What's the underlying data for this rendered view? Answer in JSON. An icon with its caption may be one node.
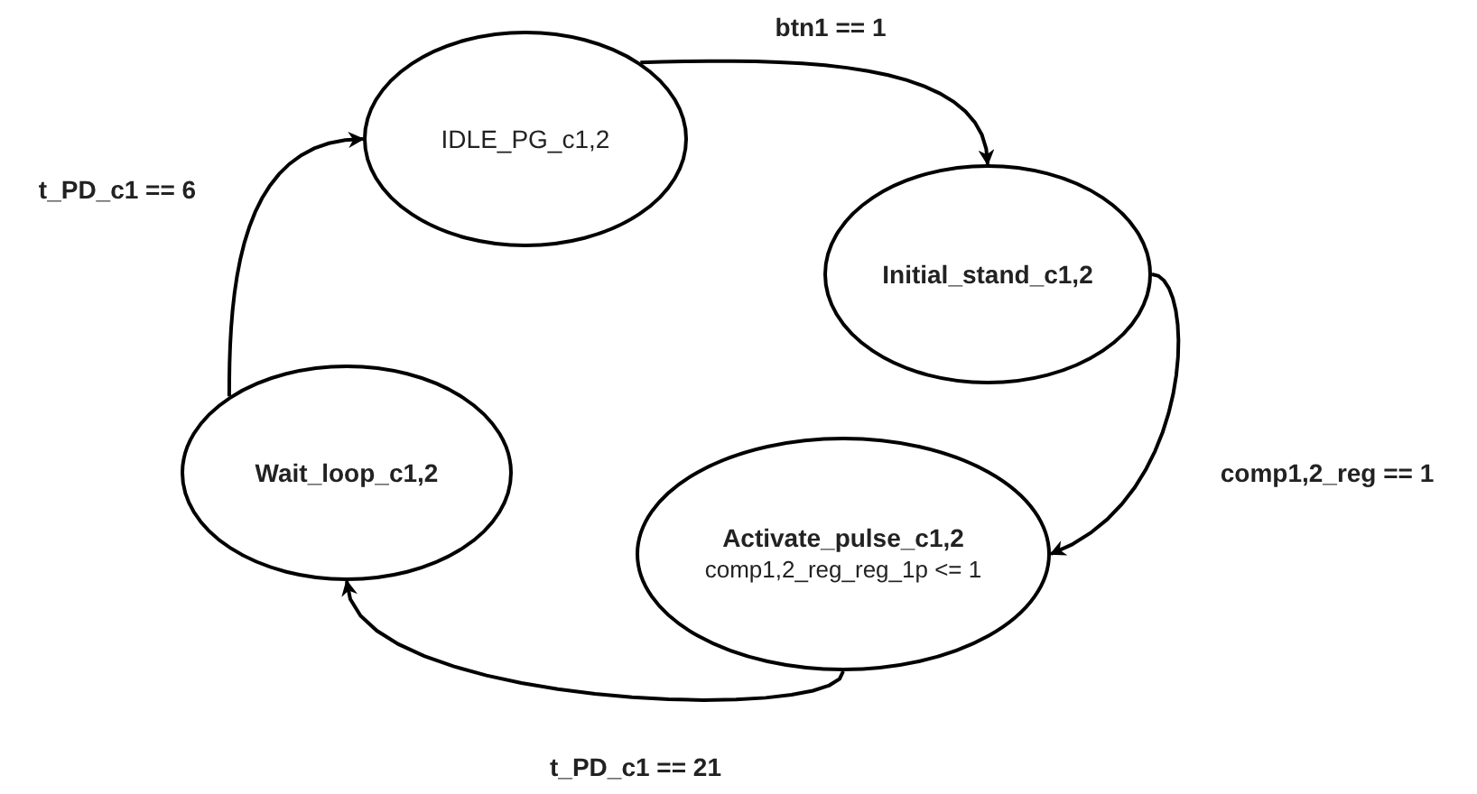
{
  "diagram": {
    "nodes": [
      {
        "text": [
          "IDLE_PG_c1,2"
        ]
      },
      {
        "text": [
          "Initial_stand_c1,2"
        ]
      },
      {
        "text": [
          "Wait_loop_c1,2"
        ]
      },
      {
        "text": [
          "Activate_pulse_c1,2",
          "comp1,2_reg_reg_1p <= 1"
        ]
      }
    ],
    "edges": [
      {
        "from": 0,
        "to": 1,
        "arrow": "to",
        "label": "btn1 == 1"
      },
      {
        "from": 1,
        "to": 3,
        "arrow": "to",
        "label": "comp1,2_reg == 1"
      },
      {
        "from": 3,
        "to": 2,
        "arrow": "to",
        "label": "t_PD_c1 == 21"
      },
      {
        "from": 2,
        "to": 0,
        "arrow": "to",
        "label": "t_PD_c1 == 6"
      }
    ]
  }
}
